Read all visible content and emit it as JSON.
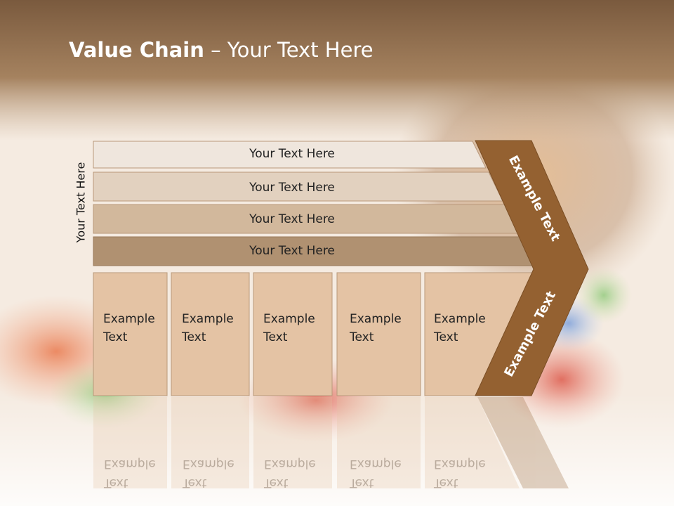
{
  "slide": {
    "title_bold": "Value Chain",
    "title_rest": " – Your Text Here",
    "side_label": "Your Text Here"
  },
  "rows": [
    {
      "label": "Your Text Here",
      "color": "#efe6dd"
    },
    {
      "label": "Your Text Here",
      "color": "#e2d1bf"
    },
    {
      "label": "Your Text Here",
      "color": "#d2b89c"
    },
    {
      "label": "Your Text Here",
      "color": "#b09171"
    }
  ],
  "boxes": [
    {
      "line1": "Example",
      "line2": "Text"
    },
    {
      "line1": "Example",
      "line2": "Text"
    },
    {
      "line1": "Example",
      "line2": "Text"
    },
    {
      "line1": "Example",
      "line2": "Text"
    },
    {
      "line1": "Example",
      "line2": "Text"
    }
  ],
  "chevron": {
    "upper_text": "Example Text",
    "lower_text": "Example Text",
    "color": "#946131"
  },
  "colors": {
    "header_brown": "#8e6a4a",
    "box_fill": "#e4c3a4",
    "box_border": "#b9987a"
  }
}
